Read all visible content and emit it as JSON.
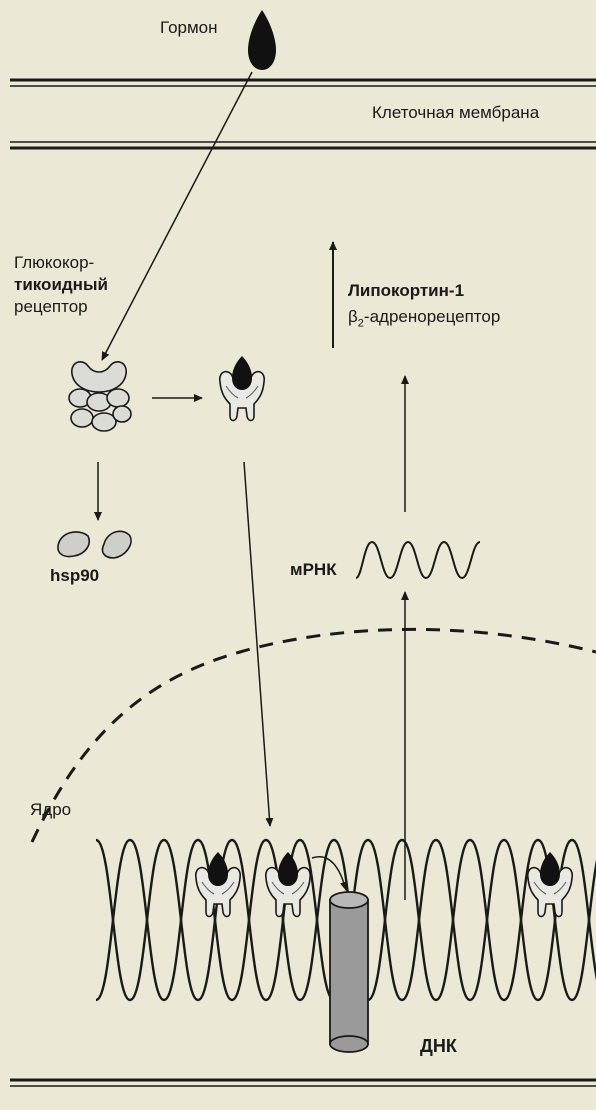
{
  "labels": {
    "hormone": "Гормон",
    "membrane": "Клеточная мембрана",
    "receptor_line1": "Глюкокор-",
    "receptor_line2": "тикоидный",
    "receptor_line3": "рецептор",
    "product_1": "Липокортин-1",
    "product_2_prefix": "β",
    "product_2_sub": "2",
    "product_2_suffix": "-адренорецептор",
    "hsp": "hsp90",
    "mrna": "мРНК",
    "nucleus": "Ядро",
    "dna": "ДНК"
  },
  "colors": {
    "background": "#ebe8d5",
    "ink": "#1a1a1a",
    "receptor_fill": "#e9e9e4",
    "hsp_fill": "#cfcfc9",
    "cylinder_fill": "#9a9a9a"
  }
}
